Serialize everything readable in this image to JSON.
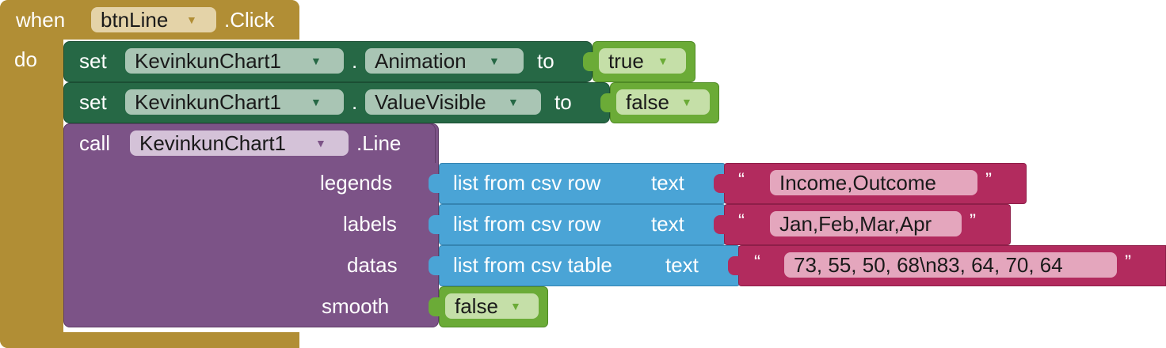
{
  "event": {
    "when_label": "when",
    "component": "btnLine",
    "event_name": ".Click",
    "do_label": "do"
  },
  "statements": [
    {
      "kw": "set",
      "component": "KevinkunChart1",
      "dot": ".",
      "property": "Animation",
      "to_label": "to",
      "value": "true"
    },
    {
      "kw": "set",
      "component": "KevinkunChart1",
      "dot": ".",
      "property": "ValueVisible",
      "to_label": "to",
      "value": "false"
    }
  ],
  "call": {
    "kw": "call",
    "component": "KevinkunChart1",
    "method": ".Line",
    "args": [
      {
        "name": "legends",
        "block": "list from csv row",
        "text_label": "text",
        "open_quote": "“",
        "close_quote": "”",
        "value": "Income,Outcome"
      },
      {
        "name": "labels",
        "block": "list from csv row",
        "text_label": "text",
        "open_quote": "“",
        "close_quote": "”",
        "value": "Jan,Feb,Mar,Apr"
      },
      {
        "name": "datas",
        "block": "list from csv table",
        "text_label": "text",
        "open_quote": "“",
        "close_quote": "”",
        "value": "73, 55, 50, 68\\n83, 64, 70, 64"
      },
      {
        "name": "smooth",
        "value": "false"
      }
    ]
  },
  "dropdown_arrow": "▼",
  "colors": {
    "event": "#b18e35",
    "setter": "#266845",
    "method": "#7c5387",
    "list": "#4aa4d6",
    "text": "#b22b5e",
    "logic": "#6bab37"
  }
}
